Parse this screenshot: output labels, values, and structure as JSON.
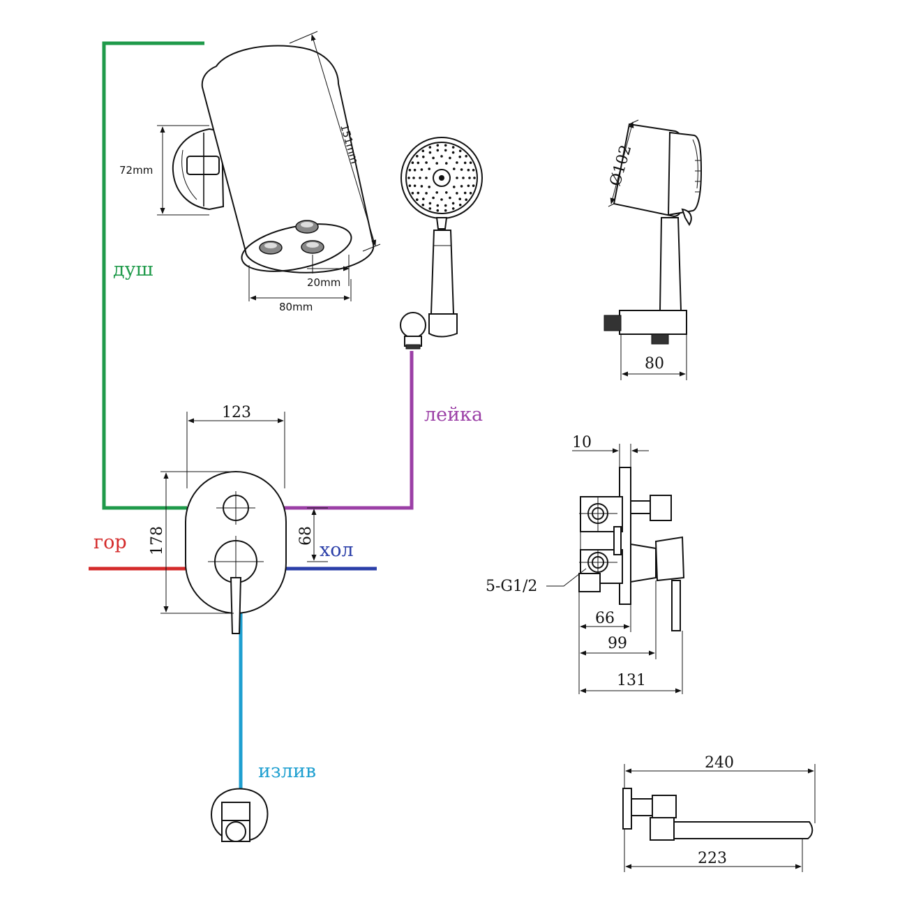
{
  "labels": {
    "shower": "душ",
    "hand_shower": "лейка",
    "hot": "гор",
    "cold": "хол",
    "spout": "излив",
    "thread": "5-G1/2"
  },
  "dimensions": {
    "head_length": "151mm",
    "head_height": "72mm",
    "nozzle_spacing": "20mm",
    "head_width": "80mm",
    "hand_diameter": "Ø102",
    "holder_depth": "80",
    "plate_width": "123",
    "plate_height": "178",
    "outlet_spacing": "68",
    "plate_thickness": "10",
    "depth_66": "66",
    "depth_99": "99",
    "depth_131": "131",
    "spout_total": "240",
    "spout_reach": "223"
  },
  "colors": {
    "shower": "#1f9a4a",
    "hand_shower": "#9b3fa6",
    "hot": "#d42a2a",
    "cold": "#2a3ea8",
    "spout": "#1e9fd0",
    "lines": "#111111"
  }
}
